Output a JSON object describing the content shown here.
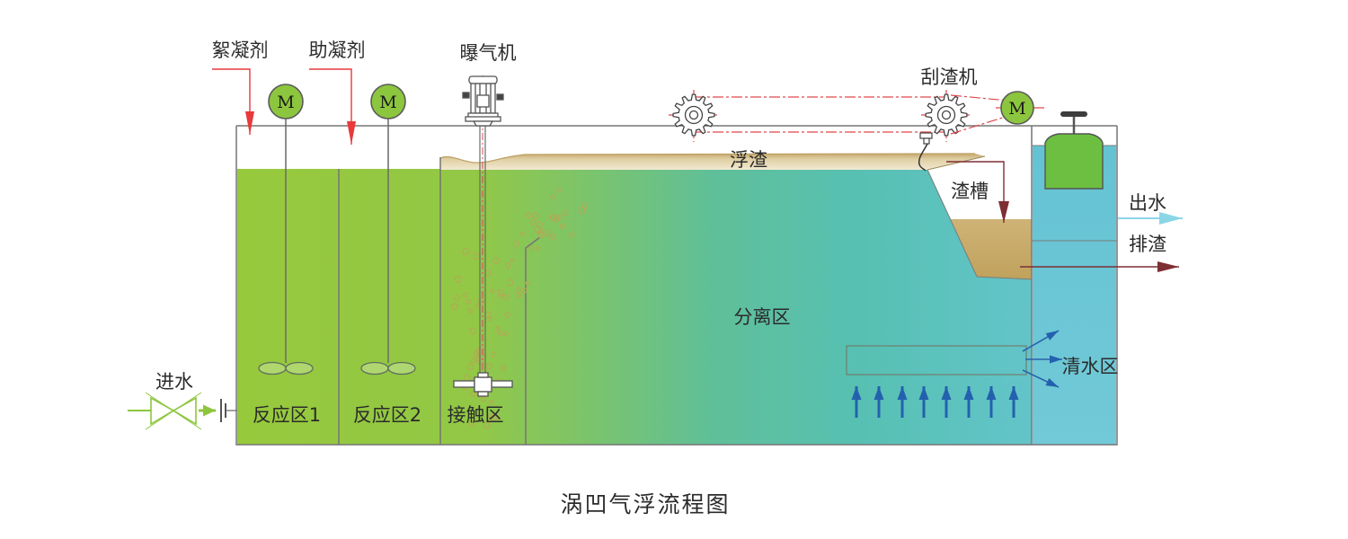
{
  "title": "涡凹气浮流程图",
  "labels": {
    "flocculant": "絮凝剂",
    "coagulant_aid": "助凝剂",
    "aerator": "曝气机",
    "scum_scraper": "刮渣机",
    "floating_scum": "浮渣",
    "scum_trough": "渣槽",
    "inlet": "进水",
    "outlet": "出水",
    "scum_discharge": "排渣",
    "reaction_zone_1": "反应区1",
    "reaction_zone_2": "反应区2",
    "contact_zone": "接触区",
    "separation_zone": "分离区",
    "clear_water_zone": "清水区",
    "motor": "M"
  },
  "colors": {
    "water_green": "#97c93c",
    "water_teal": "#57c0b2",
    "clear_water_cyan": "#6ac5d4",
    "scum_tan": "#d2b77f",
    "scum_cream": "#f1e9d2",
    "trough_fill": "#c9ac6a",
    "motor_green": "#8cc63e",
    "dosing_red": "#e8393b",
    "chain_red": "#e0474b",
    "discharge_maroon": "#7d2f34",
    "flow_blue": "#2361ae",
    "outlet_cyan": "#8bd6e6",
    "inlet_green": "#8cc63e",
    "bubble_olive": "#b5a855",
    "outline_gray": "#757575"
  }
}
